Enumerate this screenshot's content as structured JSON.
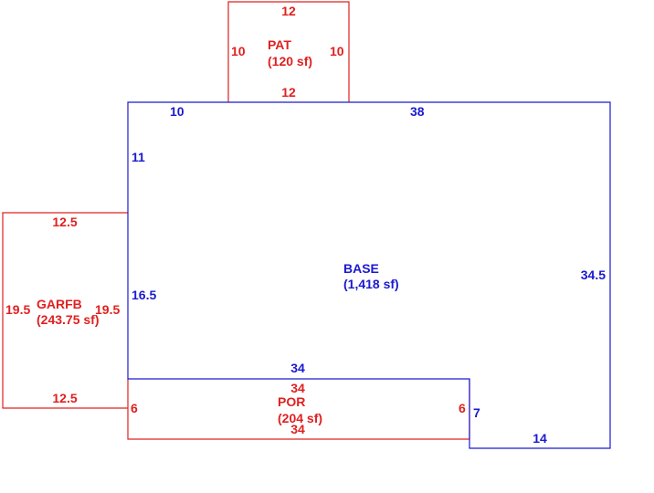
{
  "colors": {
    "base": "#1a1ad0",
    "addition": "#e02020"
  },
  "sketch": {
    "pat": {
      "name": "PAT",
      "area": "(120 sf)",
      "top": "12",
      "bottom": "12",
      "left": "10",
      "right": "10"
    },
    "base": {
      "name": "BASE",
      "area": "(1,418 sf)",
      "top_left": "10",
      "top_right": "38",
      "left_upper": "11",
      "left_lower": "16.5",
      "right": "34.5",
      "bottom_left": "34",
      "step": "7",
      "bottom_right": "14"
    },
    "garfb": {
      "name": "GARFB",
      "area": "(243.75 sf)",
      "top": "12.5",
      "bottom": "12.5",
      "left": "19.5",
      "right": "19.5"
    },
    "por": {
      "name": "POR",
      "area": "(204 sf)",
      "top": "34",
      "bottom": "34",
      "left": "6",
      "right": "6"
    }
  }
}
